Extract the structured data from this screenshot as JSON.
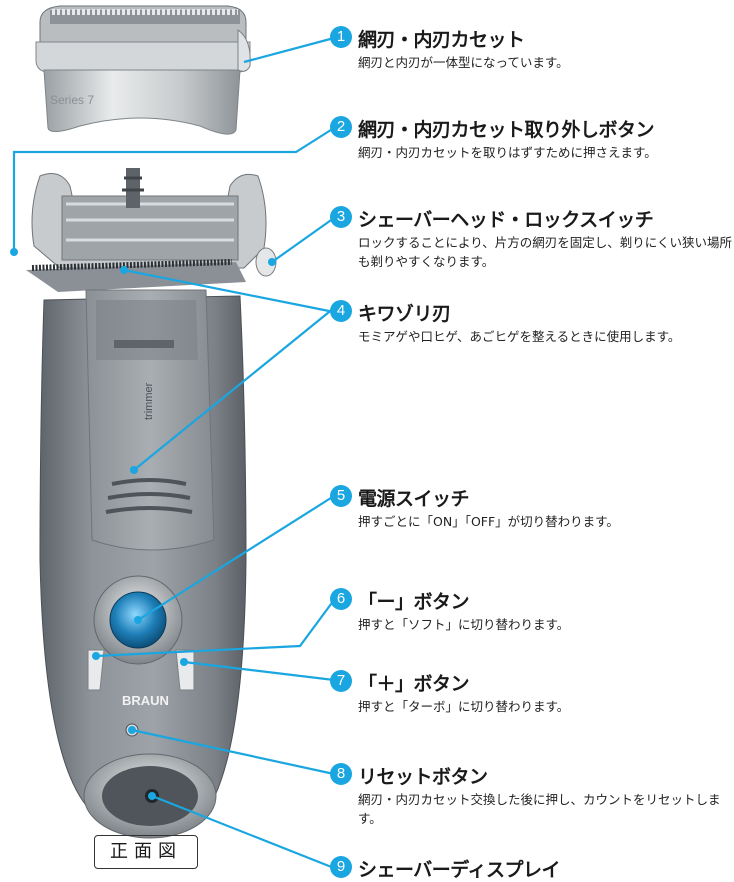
{
  "callouts": [
    {
      "num": "1",
      "title": "網刃・内刃カセット",
      "desc": "網刃と内刃が一体型になっています。"
    },
    {
      "num": "2",
      "title": "網刃・内刃カセット取り外しボタン",
      "desc": "網刃・内刃カセットを取りはずすために押さえます。"
    },
    {
      "num": "3",
      "title": "シェーバーヘッド・ロックスイッチ",
      "desc": "ロックすることにより、片方の網刃を固定し、剃りにくい狭い場所も剃りやすくなります。"
    },
    {
      "num": "4",
      "title": "キワゾリ刃",
      "desc": "モミアゲや口ヒゲ、あごヒゲを整えるときに使用します。"
    },
    {
      "num": "5",
      "title": "電源スイッチ",
      "desc": "押すごとに「ON」「OFF」が切り替わります。"
    },
    {
      "num": "6",
      "title": "「ー」ボタン",
      "desc": "押すと「ソフト」に切り替わります。"
    },
    {
      "num": "7",
      "title": "「＋」ボタン",
      "desc": "押すと「ターボ」に切り替わります。"
    },
    {
      "num": "8",
      "title": "リセットボタン",
      "desc": "網刃・内刃カセット交換した後に押し、カウントをリセットします。"
    },
    {
      "num": "9",
      "title": "シェーバーディスプレイ",
      "desc": ""
    }
  ],
  "product_text": {
    "series": "Series 7",
    "brand": "BRAUN",
    "trimmer": "trimmer"
  },
  "view_label": "正面図",
  "colors": {
    "accent": "#1aa6e0",
    "body": "#8e9499",
    "metal": "#c9ccce"
  }
}
